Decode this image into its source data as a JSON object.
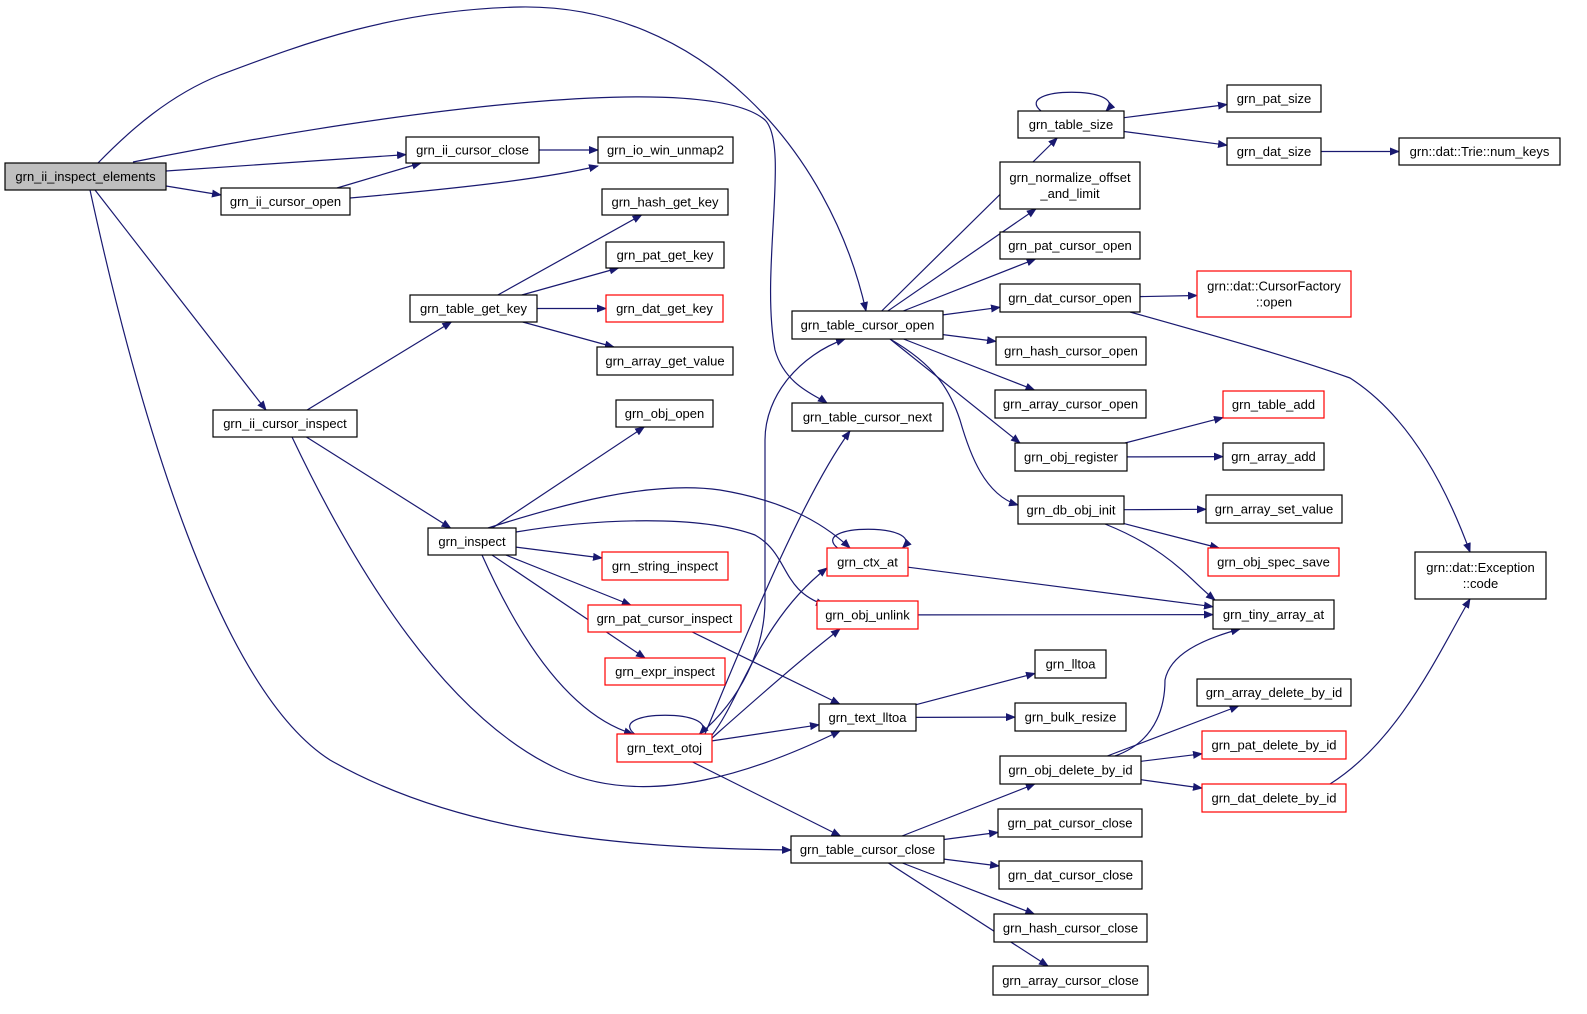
{
  "graph": {
    "direction": "left-to-right",
    "colors": {
      "edge": "#191970",
      "node_border": "#000000",
      "truncated_node_border": "#ff0000",
      "root_fill": "#bfbfbf"
    },
    "nodes": [
      {
        "id": "root",
        "label": "grn_ii_inspect_elements",
        "style": "root"
      },
      {
        "id": "cursor_close",
        "label": "grn_ii_cursor_close"
      },
      {
        "id": "io_win_unmap2",
        "label": "grn_io_win_unmap2"
      },
      {
        "id": "cursor_open",
        "label": "grn_ii_cursor_open"
      },
      {
        "id": "hash_get_key",
        "label": "grn_hash_get_key"
      },
      {
        "id": "pat_get_key",
        "label": "grn_pat_get_key"
      },
      {
        "id": "table_get_key",
        "label": "grn_table_get_key"
      },
      {
        "id": "dat_get_key",
        "label": "grn_dat_get_key",
        "style": "truncated"
      },
      {
        "id": "array_get_value",
        "label": "grn_array_get_value"
      },
      {
        "id": "obj_open",
        "label": "grn_obj_open"
      },
      {
        "id": "cursor_inspect",
        "label": "grn_ii_cursor_inspect"
      },
      {
        "id": "inspect",
        "label": "grn_inspect"
      },
      {
        "id": "string_inspect",
        "label": "grn_string_inspect",
        "style": "truncated"
      },
      {
        "id": "pat_cursor_inspect",
        "label": "grn_pat_cursor_inspect",
        "style": "truncated"
      },
      {
        "id": "expr_inspect",
        "label": "grn_expr_inspect",
        "style": "truncated"
      },
      {
        "id": "text_otoj",
        "label": "grn_text_otoj",
        "style": "truncated"
      },
      {
        "id": "table_cursor_open",
        "label": "grn_table_cursor_open"
      },
      {
        "id": "table_cursor_next",
        "label": "grn_table_cursor_next"
      },
      {
        "id": "ctx_at",
        "label": "grn_ctx_at",
        "style": "truncated"
      },
      {
        "id": "obj_unlink",
        "label": "grn_obj_unlink",
        "style": "truncated"
      },
      {
        "id": "text_lltoa",
        "label": "grn_text_lltoa"
      },
      {
        "id": "table_cursor_close",
        "label": "grn_table_cursor_close"
      },
      {
        "id": "table_size",
        "label": "grn_table_size"
      },
      {
        "id": "normalize_offset",
        "label": [
          "grn_normalize_offset",
          "_and_limit"
        ]
      },
      {
        "id": "pat_cursor_open",
        "label": "grn_pat_cursor_open"
      },
      {
        "id": "dat_cursor_open",
        "label": "grn_dat_cursor_open"
      },
      {
        "id": "hash_cursor_open",
        "label": "grn_hash_cursor_open"
      },
      {
        "id": "array_cursor_open",
        "label": "grn_array_cursor_open"
      },
      {
        "id": "obj_register",
        "label": "grn_obj_register"
      },
      {
        "id": "db_obj_init",
        "label": "grn_db_obj_init"
      },
      {
        "id": "lltoa",
        "label": "grn_lltoa"
      },
      {
        "id": "bulk_resize",
        "label": "grn_bulk_resize"
      },
      {
        "id": "obj_delete_by_id",
        "label": "grn_obj_delete_by_id"
      },
      {
        "id": "pat_cursor_close",
        "label": "grn_pat_cursor_close"
      },
      {
        "id": "dat_cursor_close",
        "label": "grn_dat_cursor_close"
      },
      {
        "id": "hash_cursor_close",
        "label": "grn_hash_cursor_close"
      },
      {
        "id": "array_cursor_close",
        "label": "grn_array_cursor_close"
      },
      {
        "id": "pat_size",
        "label": "grn_pat_size"
      },
      {
        "id": "dat_size",
        "label": "grn_dat_size"
      },
      {
        "id": "num_keys",
        "label": "grn::dat::Trie::num_keys"
      },
      {
        "id": "cursor_factory_open",
        "label": [
          "grn::dat::CursorFactory",
          "::open"
        ],
        "style": "truncated"
      },
      {
        "id": "table_add",
        "label": "grn_table_add",
        "style": "truncated"
      },
      {
        "id": "array_add",
        "label": "grn_array_add"
      },
      {
        "id": "array_set_value",
        "label": "grn_array_set_value"
      },
      {
        "id": "obj_spec_save",
        "label": "grn_obj_spec_save",
        "style": "truncated"
      },
      {
        "id": "tiny_array_at",
        "label": "grn_tiny_array_at"
      },
      {
        "id": "array_delete_by_id",
        "label": "grn_array_delete_by_id"
      },
      {
        "id": "pat_delete_by_id",
        "label": "grn_pat_delete_by_id",
        "style": "truncated"
      },
      {
        "id": "dat_delete_by_id",
        "label": "grn_dat_delete_by_id",
        "style": "truncated"
      },
      {
        "id": "exception_code",
        "label": [
          "grn::dat::Exception",
          "::code"
        ]
      }
    ],
    "edges": [
      [
        "root",
        "cursor_close"
      ],
      [
        "root",
        "cursor_open"
      ],
      [
        "root",
        "table_cursor_open"
      ],
      [
        "root",
        "table_cursor_next"
      ],
      [
        "root",
        "cursor_inspect"
      ],
      [
        "root",
        "table_cursor_close"
      ],
      [
        "cursor_close",
        "io_win_unmap2"
      ],
      [
        "cursor_open",
        "cursor_close"
      ],
      [
        "cursor_open",
        "io_win_unmap2"
      ],
      [
        "cursor_inspect",
        "table_get_key"
      ],
      [
        "cursor_inspect",
        "inspect"
      ],
      [
        "cursor_inspect",
        "text_lltoa"
      ],
      [
        "table_get_key",
        "hash_get_key"
      ],
      [
        "table_get_key",
        "pat_get_key"
      ],
      [
        "table_get_key",
        "dat_get_key"
      ],
      [
        "table_get_key",
        "array_get_value"
      ],
      [
        "inspect",
        "obj_open"
      ],
      [
        "inspect",
        "ctx_at"
      ],
      [
        "inspect",
        "obj_unlink"
      ],
      [
        "inspect",
        "string_inspect"
      ],
      [
        "inspect",
        "pat_cursor_inspect"
      ],
      [
        "inspect",
        "expr_inspect"
      ],
      [
        "inspect",
        "text_otoj"
      ],
      [
        "pat_cursor_inspect",
        "text_lltoa"
      ],
      [
        "text_otoj",
        "text_otoj"
      ],
      [
        "text_otoj",
        "table_cursor_open"
      ],
      [
        "text_otoj",
        "table_cursor_next"
      ],
      [
        "text_otoj",
        "ctx_at"
      ],
      [
        "text_otoj",
        "obj_unlink"
      ],
      [
        "text_otoj",
        "text_lltoa"
      ],
      [
        "text_otoj",
        "table_cursor_close"
      ],
      [
        "ctx_at",
        "ctx_at"
      ],
      [
        "ctx_at",
        "tiny_array_at"
      ],
      [
        "obj_unlink",
        "tiny_array_at"
      ],
      [
        "table_cursor_open",
        "table_size"
      ],
      [
        "table_cursor_open",
        "normalize_offset"
      ],
      [
        "table_cursor_open",
        "pat_cursor_open"
      ],
      [
        "table_cursor_open",
        "dat_cursor_open"
      ],
      [
        "table_cursor_open",
        "hash_cursor_open"
      ],
      [
        "table_cursor_open",
        "array_cursor_open"
      ],
      [
        "table_cursor_open",
        "obj_register"
      ],
      [
        "table_cursor_open",
        "db_obj_init"
      ],
      [
        "table_size",
        "table_size"
      ],
      [
        "table_size",
        "pat_size"
      ],
      [
        "table_size",
        "dat_size"
      ],
      [
        "dat_size",
        "num_keys"
      ],
      [
        "dat_cursor_open",
        "cursor_factory_open"
      ],
      [
        "dat_cursor_open",
        "exception_code"
      ],
      [
        "obj_register",
        "table_add"
      ],
      [
        "obj_register",
        "array_add"
      ],
      [
        "db_obj_init",
        "array_set_value"
      ],
      [
        "db_obj_init",
        "obj_spec_save"
      ],
      [
        "db_obj_init",
        "tiny_array_at"
      ],
      [
        "text_lltoa",
        "lltoa"
      ],
      [
        "text_lltoa",
        "bulk_resize"
      ],
      [
        "table_cursor_close",
        "obj_delete_by_id"
      ],
      [
        "table_cursor_close",
        "pat_cursor_close"
      ],
      [
        "table_cursor_close",
        "dat_cursor_close"
      ],
      [
        "table_cursor_close",
        "hash_cursor_close"
      ],
      [
        "table_cursor_close",
        "array_cursor_close"
      ],
      [
        "obj_delete_by_id",
        "tiny_array_at"
      ],
      [
        "obj_delete_by_id",
        "array_delete_by_id"
      ],
      [
        "obj_delete_by_id",
        "pat_delete_by_id"
      ],
      [
        "obj_delete_by_id",
        "dat_delete_by_id"
      ],
      [
        "dat_delete_by_id",
        "exception_code"
      ]
    ]
  }
}
